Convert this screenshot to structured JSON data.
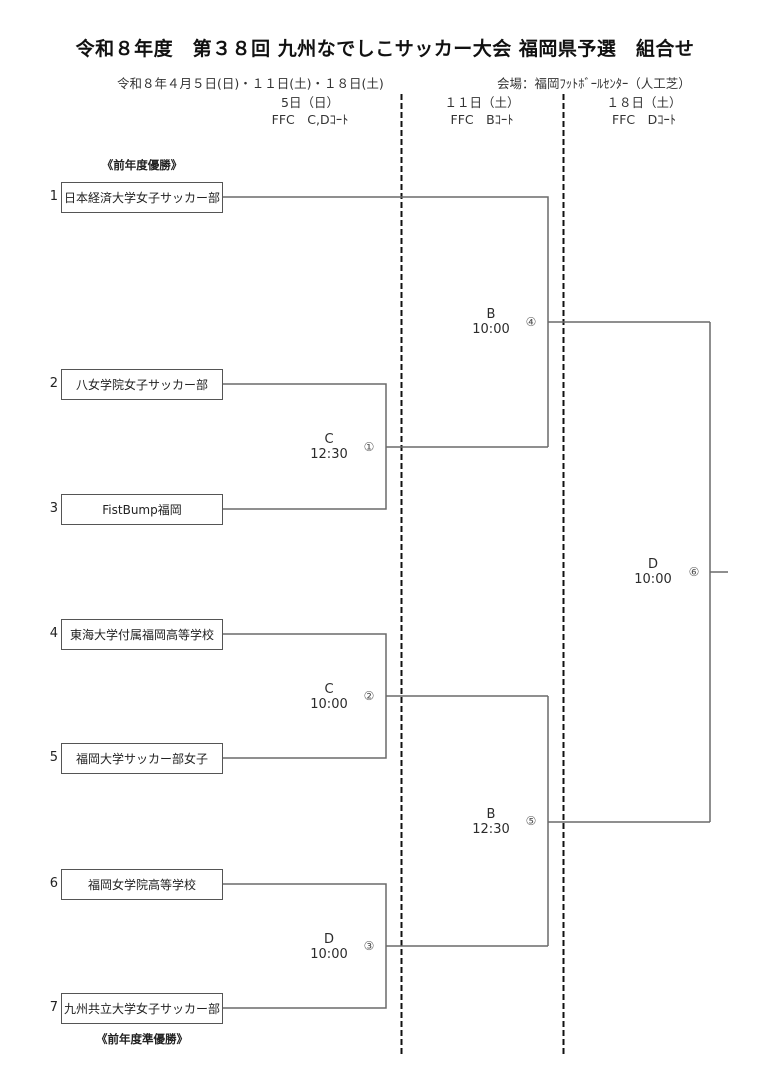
{
  "title": "令和８年度　第３８回 九州なでしこサッカー大会 福岡県予選　組合せ",
  "dates_line": "令和８年４月５日(日)・１１日(土)・１８日(土)",
  "venue_line": "会場：福岡ﾌｯﾄﾎﾞｰﾙｾﾝﾀｰ（人工芝）",
  "columns": [
    {
      "date": "5日（日）",
      "court": "FFC　C,Dｺｰﾄ"
    },
    {
      "date": "１１日（土）",
      "court": "FFC　Bｺｰﾄ"
    },
    {
      "date": "１８日（土）",
      "court": "FFC　Dｺｰﾄ"
    }
  ],
  "seed_labels": {
    "champion": "《前年度優勝》",
    "runner_up": "《前年度準優勝》"
  },
  "teams": [
    {
      "num": "1",
      "name": "日本経済大学女子サッカー部"
    },
    {
      "num": "2",
      "name": "八女学院女子サッカー部"
    },
    {
      "num": "3",
      "name": "FistBump福岡"
    },
    {
      "num": "4",
      "name": "東海大学付属福岡高等学校"
    },
    {
      "num": "5",
      "name": "福岡大学サッカー部女子"
    },
    {
      "num": "6",
      "name": "福岡女学院高等学校"
    },
    {
      "num": "7",
      "name": "九州共立大学女子サッカー部"
    }
  ],
  "matches": [
    {
      "id": "①",
      "court": "C",
      "time": "12:30"
    },
    {
      "id": "②",
      "court": "C",
      "time": "10:00"
    },
    {
      "id": "③",
      "court": "D",
      "time": "10:00"
    },
    {
      "id": "④",
      "court": "B",
      "time": "10:00"
    },
    {
      "id": "⑤",
      "court": "B",
      "time": "12:30"
    },
    {
      "id": "⑥",
      "court": "D",
      "time": "10:00"
    }
  ]
}
